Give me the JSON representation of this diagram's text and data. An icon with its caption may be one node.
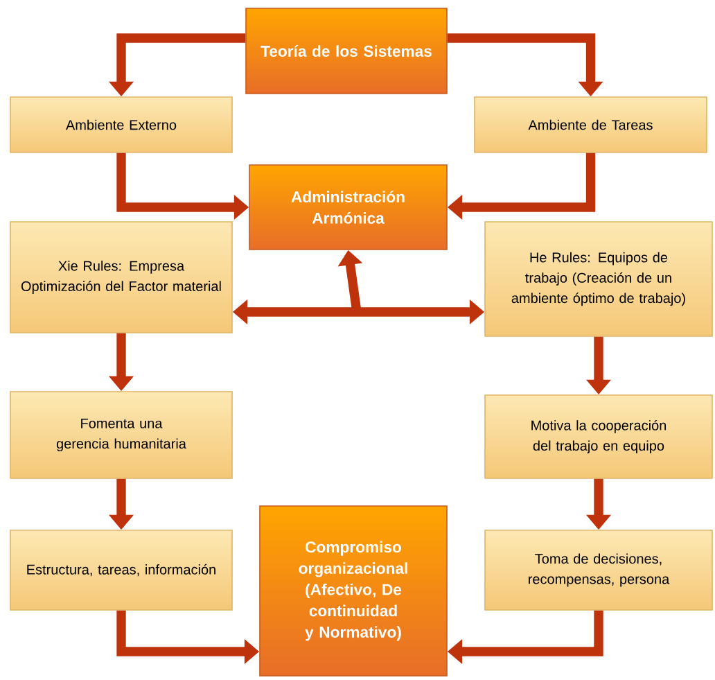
{
  "diagram": {
    "nodes": [
      {
        "text": [
          "Teoría de los Sistemas"
        ]
      },
      {
        "text": [
          "Ambiente Externo"
        ]
      },
      {
        "text": [
          "Ambiente de Tareas"
        ]
      },
      {
        "text": [
          "Administración Armónica"
        ]
      },
      {
        "text": [
          "Xie Rules: Empresa Optimización del Factor material"
        ]
      },
      {
        "text": [
          "He Rules: Equipos de trabajo (Creación de un ambiente óptimo de trabajo)"
        ]
      },
      {
        "text": [
          "Fomenta una gerencia humanitaria"
        ]
      },
      {
        "text": [
          "Motiva la cooperación del trabajo en equipo"
        ]
      },
      {
        "text": [
          "Estructura, tareas, información"
        ]
      },
      {
        "text": [
          "Toma de decisiones, recompensas, persona"
        ]
      },
      {
        "text": [
          "Compromiso organizacional (Afectivo, De continuidad y Normativo)"
        ]
      }
    ],
    "edges": [
      {
        "from": 0,
        "to": 1,
        "arrow": "to"
      },
      {
        "from": 0,
        "to": 2,
        "arrow": "to"
      },
      {
        "from": 1,
        "to": 3,
        "arrow": "to"
      },
      {
        "from": 2,
        "to": 3,
        "arrow": "to"
      },
      {
        "from": 4,
        "to": 5,
        "arrow": "both"
      },
      {
        "from": null,
        "to": 3,
        "arrow": "to"
      },
      {
        "from": 4,
        "to": 6,
        "arrow": "to"
      },
      {
        "from": 6,
        "to": 8,
        "arrow": "to"
      },
      {
        "from": 8,
        "to": 10,
        "arrow": "to"
      },
      {
        "from": 5,
        "to": 7,
        "arrow": "to"
      },
      {
        "from": 7,
        "to": 9,
        "arrow": "to"
      },
      {
        "from": 9,
        "to": 10,
        "arrow": "to"
      }
    ]
  }
}
